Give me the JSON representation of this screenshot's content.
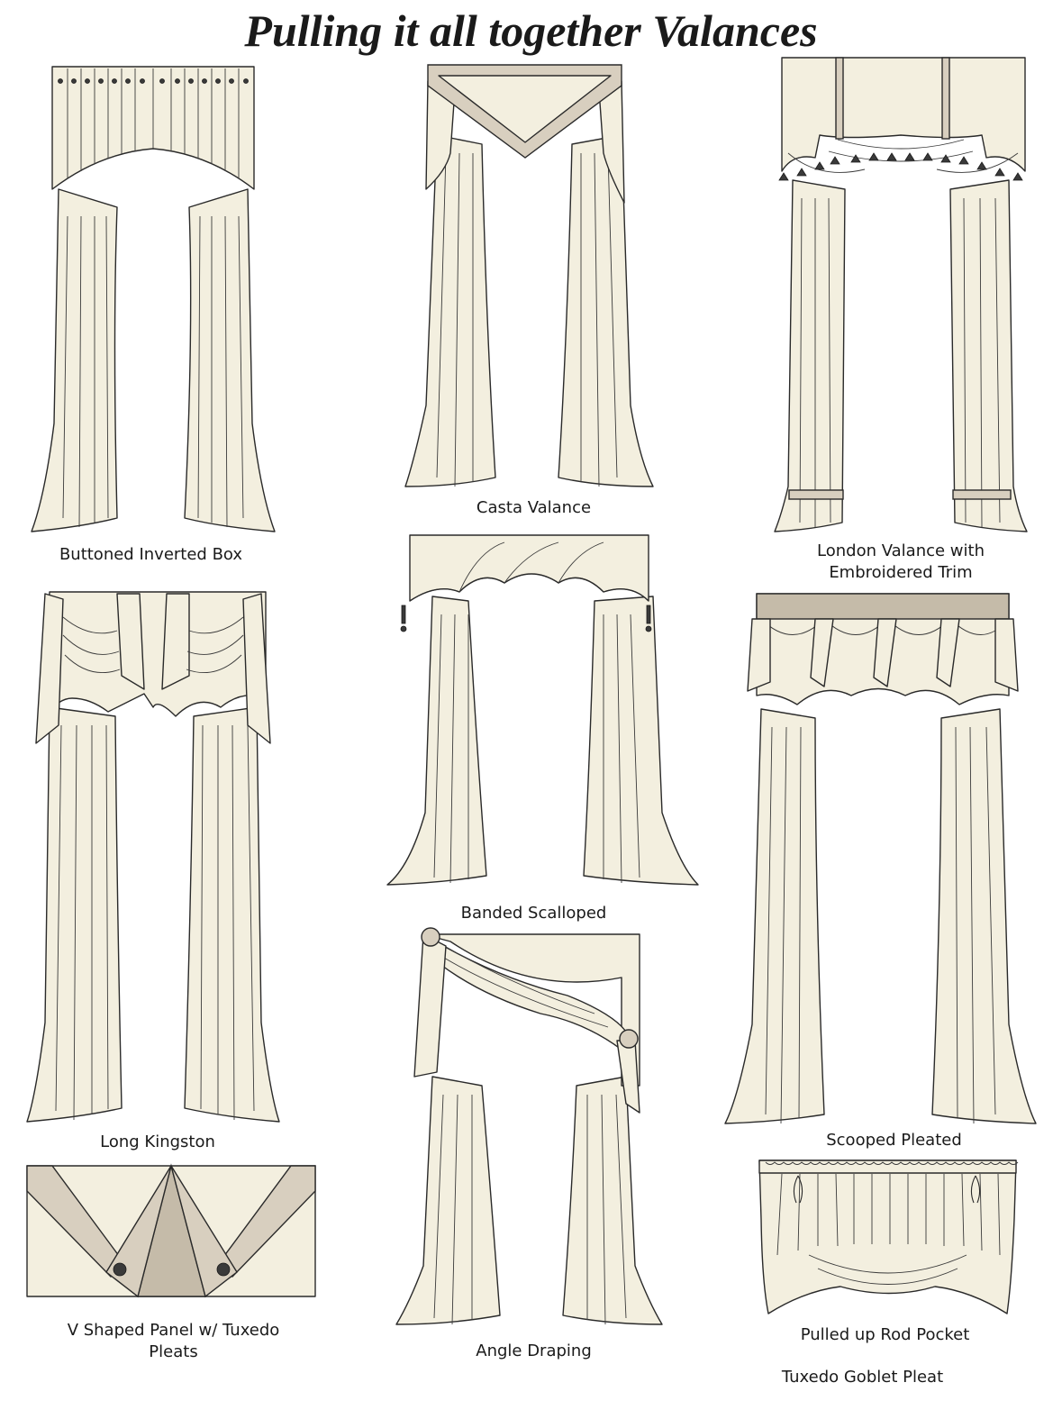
{
  "title": "Pulling it all together Valances",
  "captions": {
    "buttoned_inverted_box": "Buttoned Inverted Box",
    "casta_valance": "Casta Valance",
    "london_valance_line1": "London Valance with",
    "london_valance_line2": "Embroidered Trim",
    "long_kingston": "Long Kingston",
    "banded_scalloped": "Banded Scalloped",
    "scooped_pleated": "Scooped Pleated",
    "v_shaped_line1": "V Shaped Panel w/ Tuxedo",
    "v_shaped_line2": "Pleats",
    "angle_draping": "Angle Draping",
    "pulled_up_rod_pocket": "Pulled up Rod Pocket",
    "tuxedo_goblet_pleat": "Tuxedo Goblet Pleat"
  },
  "colors": {
    "fabric": "#f3efdf",
    "band": "#d8cfbf",
    "taupe": "#c5bba9",
    "outline": "#2a2a2a"
  }
}
